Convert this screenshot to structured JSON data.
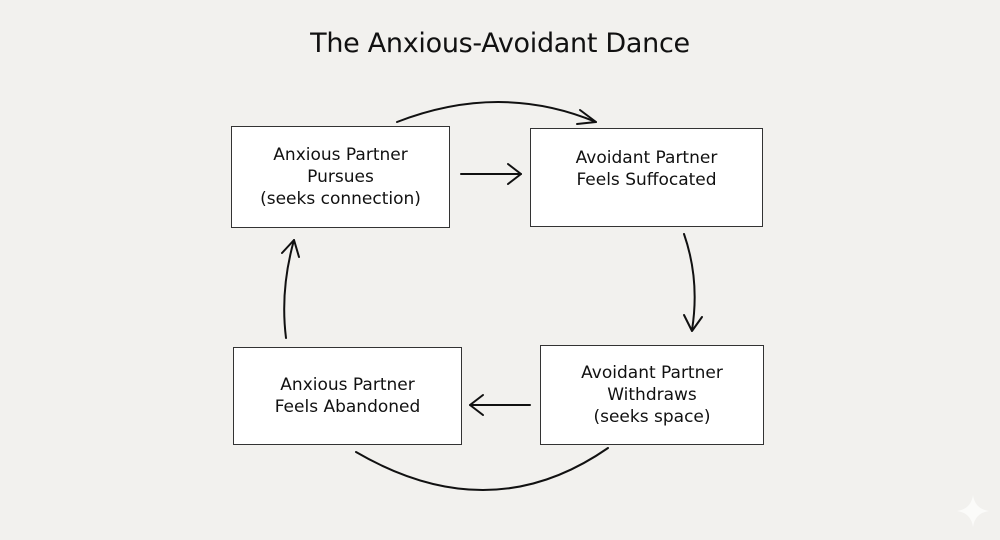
{
  "title": "The Anxious-Avoidant Dance",
  "nodes": [
    {
      "id": "anxious-pursues",
      "lines": [
        "Anxious Partner",
        "Pursues",
        "(seeks connection)"
      ]
    },
    {
      "id": "avoidant-suffocated",
      "lines": [
        "Avoidant Partner",
        "Feels Suffocated"
      ]
    },
    {
      "id": "avoidant-withdraws",
      "lines": [
        "Avoidant Partner",
        "Withdraws",
        "(seeks space)"
      ]
    },
    {
      "id": "anxious-abandoned",
      "lines": [
        "Anxious Partner",
        "Feels Abandoned"
      ]
    }
  ],
  "edges": [
    {
      "from": "anxious-pursues",
      "to": "avoidant-suffocated",
      "style": "straight"
    },
    {
      "from": "anxious-pursues",
      "to": "avoidant-suffocated",
      "style": "curved-top"
    },
    {
      "from": "avoidant-suffocated",
      "to": "avoidant-withdraws",
      "style": "curved-right"
    },
    {
      "from": "avoidant-withdraws",
      "to": "anxious-abandoned",
      "style": "straight"
    },
    {
      "from": "avoidant-withdraws",
      "to": "anxious-abandoned",
      "style": "curved-bottom"
    },
    {
      "from": "anxious-abandoned",
      "to": "anxious-pursues",
      "style": "curved-left"
    }
  ],
  "colors": {
    "background": "#f2f1ee",
    "box_fill": "#ffffff",
    "stroke": "#111111"
  },
  "watermark_icon": "sparkle-icon"
}
